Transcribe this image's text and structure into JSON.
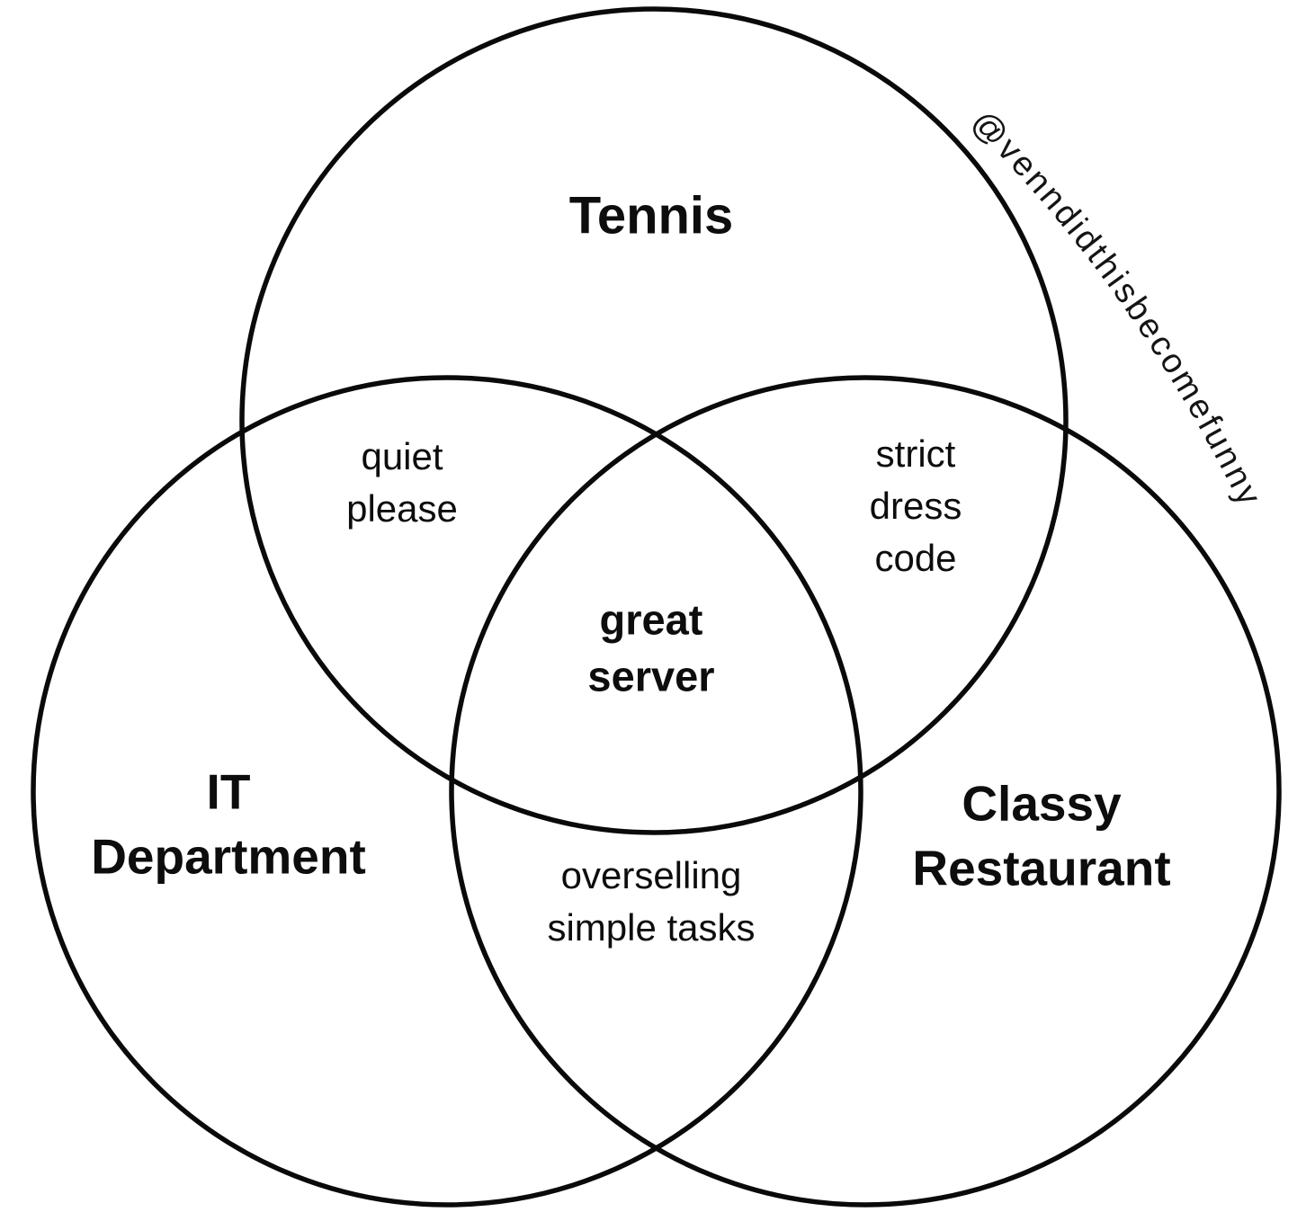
{
  "diagram": {
    "type": "venn",
    "background_color": "#ffffff",
    "stroke_color": "#0a0a0a",
    "text_color": "#0d0d0d",
    "sets": [
      {
        "id": "tennis",
        "label": "Tennis"
      },
      {
        "id": "it-department",
        "label": "IT\nDepartment"
      },
      {
        "id": "classy-restaurant",
        "label": "Classy\nRestaurant"
      }
    ],
    "intersections": [
      {
        "sets": [
          "tennis",
          "it-department"
        ],
        "label": "quiet\nplease"
      },
      {
        "sets": [
          "tennis",
          "classy-restaurant"
        ],
        "label": "strict\ndress\ncode"
      },
      {
        "sets": [
          "it-department",
          "classy-restaurant"
        ],
        "label": "overselling\nsimple tasks"
      },
      {
        "sets": [
          "tennis",
          "it-department",
          "classy-restaurant"
        ],
        "label": "great\nserver"
      }
    ],
    "watermark": "@venndidthisbecomefunny"
  }
}
